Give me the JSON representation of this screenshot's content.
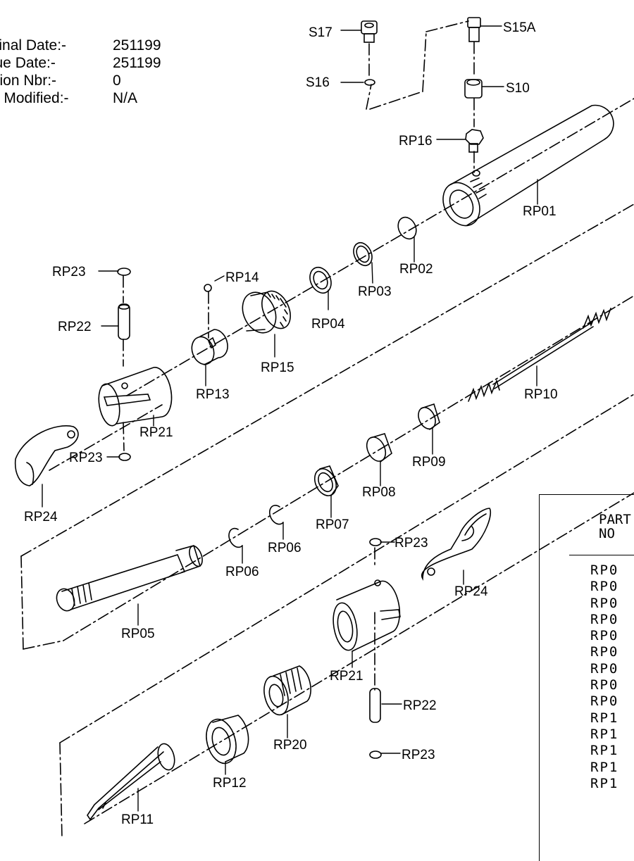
{
  "meta": [
    {
      "label": "iginal Date:-",
      "value": "251199"
    },
    {
      "label": "sue Date:-",
      "value": "251199"
    },
    {
      "label": "rsion Nbr:-",
      "value": "0"
    },
    {
      "label": "te Modified:-",
      "value": "N/A"
    }
  ],
  "labels": {
    "s17": "S17",
    "s15a": "S15A",
    "s16": "S16",
    "s10": "S10",
    "rp16": "RP16",
    "rp01": "RP01",
    "rp02": "RP02",
    "rp03": "RP03",
    "rp04": "RP04",
    "rp14": "RP14",
    "rp15": "RP15",
    "rp13": "RP13",
    "rp23_a": "RP23",
    "rp22_a": "RP22",
    "rp21_a": "RP21",
    "rp23_b": "RP23",
    "rp24_a": "RP24",
    "rp10": "RP10",
    "rp09": "RP09",
    "rp08": "RP08",
    "rp07": "RP07",
    "rp06_a": "RP06",
    "rp06_b": "RP06",
    "rp05": "RP05",
    "rp23_c": "RP23",
    "rp24_b": "RP24",
    "rp21_b": "RP21",
    "rp22_b": "RP22",
    "rp20": "RP20",
    "rp23_d": "RP23",
    "rp12": "RP12",
    "rp11": "RP11"
  },
  "table": {
    "header_line1": "PART",
    "header_line2": "NO",
    "rows": [
      "RP0",
      "RP0",
      "RP0",
      "RP0",
      "RP0",
      "RP0",
      "RP0",
      "RP0",
      "RP0",
      "RP1",
      "RP1",
      "RP1",
      "RP1",
      "RP1"
    ]
  }
}
